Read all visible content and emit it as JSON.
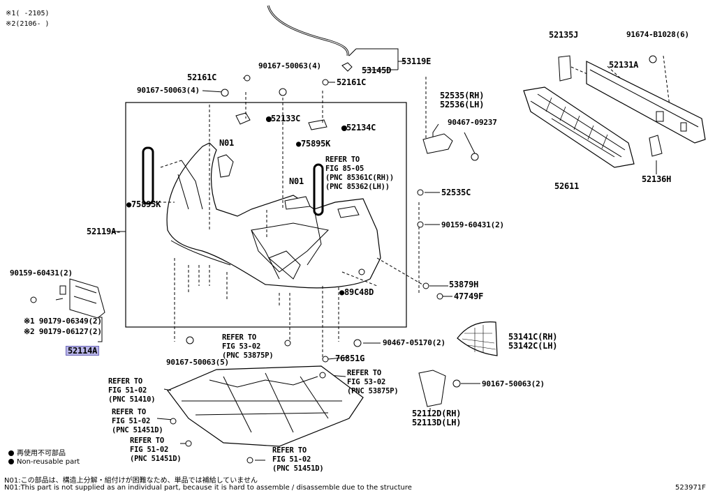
{
  "header": {
    "variant1": "※1(    -2105)",
    "variant2": "※2(2106-    )"
  },
  "labels": {
    "p53119E": "53119E",
    "p53145D": "53145D",
    "p52161C_left": "52161C",
    "p52161C_right": "52161C",
    "p90167_50063_4_top": "90167-50063(4)",
    "p90167_50063_4_left": "90167-50063(4)",
    "p52133C": "●52133C",
    "p52134C": "●52134C",
    "p75895K_right": "●75895K",
    "p75895K_left": "●75895K",
    "n01_a": "N01",
    "n01_b": "N01",
    "refer_85_line1": "REFER TO",
    "refer_85_line2": "FIG 85-05",
    "refer_85_line3": "(PNC 85361C(RH))",
    "refer_85_line4": "(PNC 85362(LH))",
    "p52119A": "52119A-",
    "p52535_rh": "52535(RH)",
    "p52536_lh": "52536(LH)",
    "p90467_09237": "90467-09237",
    "p52535C": "52535C",
    "p90159_60431_2_right": "90159-60431(2)",
    "p53879H": "53879H",
    "p47749F": "47749F",
    "p89C48D": "●89C48D",
    "p52135J": "52135J",
    "p91674": "91674-B1028(6)",
    "p52131A": "52131A",
    "p52611": "52611",
    "p52136H": "52136H",
    "p90159_60431_2_left": "90159-60431(2)",
    "p90179_06349": "※1 90179-06349(2)",
    "p90179_06127": "※2 90179-06127(2)",
    "p52114A": "52114A",
    "p90167_50063_5": "90167-50063(5)",
    "refer_53_a_line1": "REFER TO",
    "refer_53_a_line2": "FIG 53-02",
    "refer_53_a_line3": "(PNC 53875P)",
    "p90467_05170": "90467-05170(2)",
    "p76851G": "76851G",
    "refer_53_b_line1": "REFER TO",
    "refer_53_b_line2": "FIG 53-02",
    "refer_53_b_line3": "(PNC 53875P)",
    "p53141C": "53141C(RH)",
    "p53142C": "53142C(LH)",
    "p90167_50063_2": "90167-50063(2)",
    "p52112D": "52112D(RH)",
    "p52113D": "52113D(LH)",
    "refer_51_a_line1": "REFER TO",
    "refer_51_a_line2": "FIG 51-02",
    "refer_51_a_line3": "(PNC 51410)",
    "refer_51_b_line1": "REFER TO",
    "refer_51_b_line2": "FIG 51-02",
    "refer_51_b_line3": "(PNC 51451D)",
    "refer_51_c_line1": "REFER TO",
    "refer_51_c_line2": "FIG 51-02",
    "refer_51_c_line3": "(PNC 51451D)",
    "refer_51_d_line1": "REFER TO",
    "refer_51_d_line2": "FIG 51-02",
    "refer_51_d_line3": "(PNC 51451D)"
  },
  "legend": {
    "jp": "再使用不可部品",
    "en": "Non-reusable part"
  },
  "notes": {
    "jp": "N01:この部品は、構造上分解・組付けが困難なため、単品では補給していません",
    "en": "N01:This part is not supplied as an individual part, because it is hard to assemble / disassemble due to the structure"
  },
  "figure_id": "523971F"
}
